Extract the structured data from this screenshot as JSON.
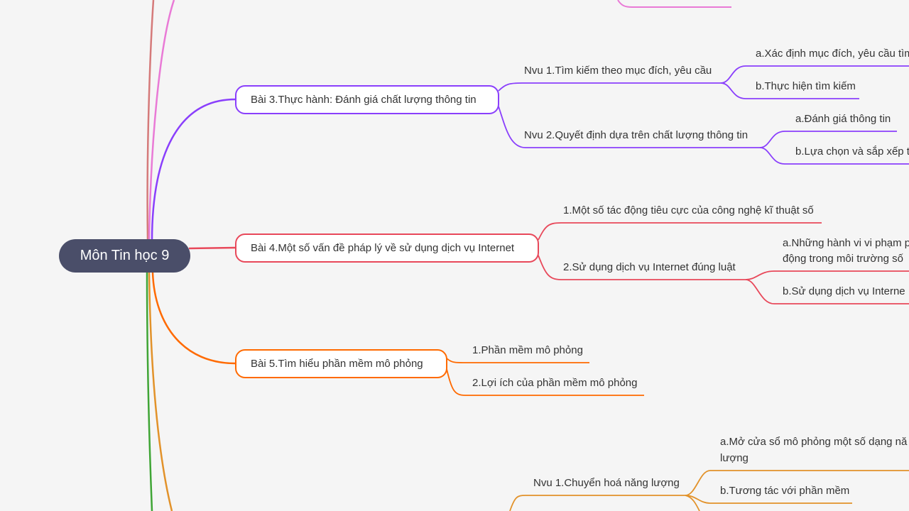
{
  "colors": {
    "root": "#4a4e69",
    "purple": "#8a3ffc",
    "red": "#e8485a",
    "orange": "#ff6a00",
    "amber": "#e2922a",
    "green": "#3fa535",
    "pink": "#e97ad6",
    "rose": "#d57a7a"
  },
  "root": {
    "label": "Môn Tin học 9"
  },
  "bai3": {
    "label": "Bài 3.Thực hành: Đánh giá chất lượng thông tin",
    "nvu1": {
      "label": "Nvu 1.Tìm kiếm theo mục đích, yêu cầu",
      "a": "a.Xác định mục đích, yêu cầu tìm",
      "b": "b.Thực hiện tìm kiếm"
    },
    "nvu2": {
      "label": "Nvu 2.Quyết định dựa trên chất lượng thông tin",
      "a": "a.Đánh giá thông tin",
      "b": "b.Lựa chọn và sắp xếp t"
    }
  },
  "bai4": {
    "label": "Bài 4.Một số vấn đề pháp lý về sử dụng dịch vụ Internet",
    "c1": "1.Một số tác động tiêu cực của công nghệ kĩ thuật số",
    "c2": {
      "label": "2.Sử dụng dịch vụ Internet đúng luật",
      "a1": "a.Những hành vi vi phạm p",
      "a2": "động trong môi trường số",
      "b": "b.Sử dụng dịch vụ Interne"
    }
  },
  "bai5": {
    "label": "Bài 5.Tìm hiểu phần mềm mô phỏng",
    "c1": "1.Phần mềm mô phỏng",
    "c2": "2.Lợi ích của phần mềm mô phỏng"
  },
  "bai6": {
    "nvu1": {
      "label": "Nvu 1.Chuyển hoá năng lượng",
      "a1": "a.Mở cửa sổ mô phỏng một số dạng nă",
      "a2": "lượng",
      "b": "b.Tương tác với phần mềm"
    }
  }
}
